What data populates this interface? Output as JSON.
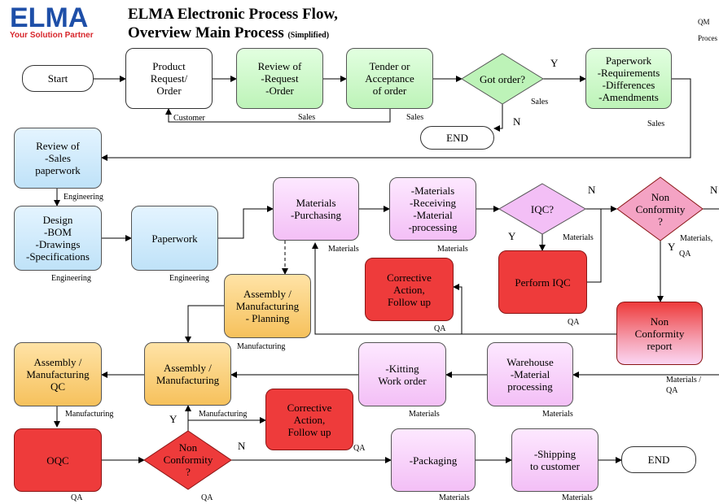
{
  "logo": {
    "name": "ELMA",
    "tagline": "Your Solution Partner"
  },
  "header": {
    "title_line1": "ELMA Electronic Process Flow,",
    "title_line2": "Overview Main Process",
    "title_note": "(Simplified)",
    "corner_qm": "QM",
    "corner_proc": "Proces"
  },
  "nodes": {
    "start": "Start",
    "product_request": "Product\nRequest/\nOrder",
    "review_request": "Review of\n-Request\n-Order",
    "tender": "Tender or\nAcceptance\nof order",
    "got_order": "Got order?",
    "paperwork_req": "Paperwork\n-Requirements\n-Differences\n-Amendments",
    "end1": "END",
    "review_sales": "Review of\n-Sales\npaperwork",
    "design": "Design\n-BOM\n-Drawings\n-Specifications",
    "paperwork": "Paperwork",
    "materials_purchasing": "Materials\n-Purchasing",
    "materials_receiving": "-Materials\n-Receiving\n-Material\n-processing",
    "iqc": "IQC?",
    "non_conf1": "Non\nConformity\n?",
    "perform_iqc": "Perform IQC",
    "corrective1": "Corrective\nAction,\nFollow up",
    "assembly_planning": "Assembly /\nManufacturing\n- Planning",
    "non_conf_report": "Non\nConformity\nreport",
    "assembly_qc": "Assembly /\nManufacturing\nQC",
    "assembly_mfg": "Assembly /\nManufacturing",
    "kitting": "-Kitting\nWork order",
    "warehouse": "Warehouse\n-Material\nprocessing",
    "oqc": "OQC",
    "non_conf2": "Non\nConformity\n?",
    "corrective2": "Corrective\nAction,\nFollow up",
    "packaging": "-Packaging",
    "shipping": "-Shipping\nto customer",
    "end2": "END"
  },
  "labels": {
    "customer": "Customer",
    "sales1": "Sales",
    "sales2": "Sales",
    "sales3": "Sales",
    "sales4": "Sales",
    "engineering1": "Engineering",
    "engineering2": "Engineering",
    "engineering3": "Engineering",
    "materials1": "Materials",
    "materials2": "Materials",
    "materials3": "Materials",
    "materials_qa1": "Materials",
    "qa1": "QA",
    "qa2": "QA",
    "qa3": "QA",
    "manufacturing1": "Manufacturing",
    "manufacturing2": "Manufacturing",
    "manufacturing3": "Manufacturing",
    "materials_qa2_line1": "Materials /",
    "materials_qa2_line2": "QA",
    "materials4": "Materials",
    "materials5": "Materials",
    "qa4": "QA",
    "qa5": "QA",
    "qa6": "QA",
    "materials6": "Materials",
    "materials7": "Materials",
    "materials_qa3": "Materials,",
    "qa7": "QA"
  },
  "decisions": {
    "got_order_yes": "Y",
    "got_order_no": "N",
    "iqc_yes": "Y",
    "iqc_no": "N",
    "nc1_yes": "Y",
    "nc1_no": "N",
    "nc2_yes": "Y",
    "nc2_no": "N"
  },
  "colors": {
    "green": "#bdf3b8",
    "blue": "#bfe2f8",
    "pink": "#f3bff6",
    "orange": "#f6c15c",
    "red": "#ee3b3b",
    "logo_blue": "#1e4fa8",
    "logo_red": "#d7262b"
  }
}
